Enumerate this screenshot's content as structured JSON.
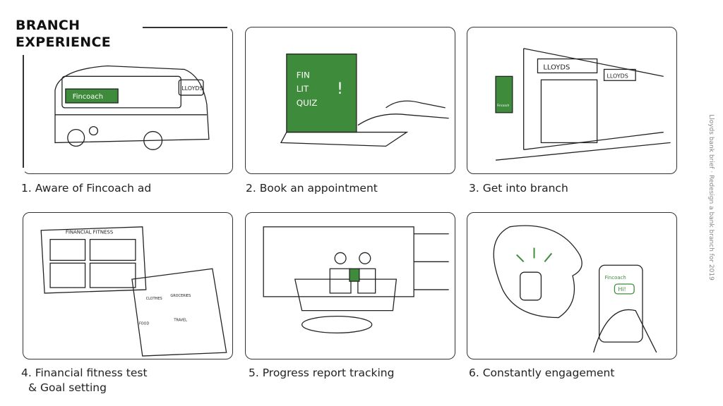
{
  "title_line1": "BRANCH",
  "title_line2": "EXPERIENCE",
  "side_note": "Lloyds bank brief · Redesign a bank branch for 2019",
  "accent_color": "#3f8b3c",
  "panels": [
    {
      "caption": "1. Aware of Fincoach ad",
      "sketch_text": [
        "Fincoach",
        "LLOYDS"
      ]
    },
    {
      "caption": "2. Book an appointment",
      "sketch_text": [
        "FIN",
        "LIT",
        "QUIZ",
        "!"
      ]
    },
    {
      "caption": "3. Get into branch",
      "sketch_text": [
        "LLOYDS",
        "LLOYDS",
        "Fincoach"
      ]
    },
    {
      "caption_line1": "4. Financial fitness test",
      "caption_line2": "& Goal setting",
      "sketch_text": [
        "FINANCIAL FITNESS",
        "CLOTHES",
        "GROCERIES",
        "FOOD",
        "TRAVEL"
      ]
    },
    {
      "caption": "5. Progress report tracking"
    },
    {
      "caption": "6. Constantly engagement",
      "sketch_text": [
        "Fincoach",
        "Hi!"
      ]
    }
  ]
}
